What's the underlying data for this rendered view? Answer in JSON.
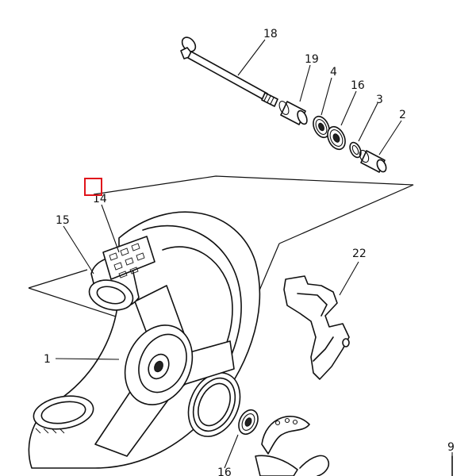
{
  "callouts": {
    "c18": "18",
    "c19": "19",
    "c4": "4",
    "c16a": "16",
    "c3": "3",
    "c2": "2",
    "c14": "14",
    "c15": "15",
    "c22": "22",
    "c1": "1",
    "c16b": "16",
    "c9": "9"
  },
  "selection_color": "#e0141b"
}
